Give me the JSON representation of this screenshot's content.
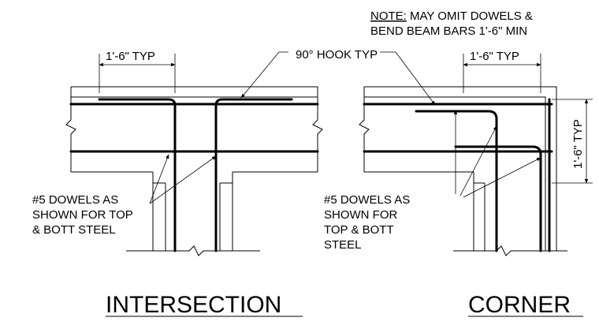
{
  "intersection": {
    "title": "INTERSECTION",
    "dim_label": "1'-6\" TYP",
    "dowel_note_lines": [
      "#5 DOWELS AS",
      "SHOWN FOR TOP",
      "& BOTT STEEL"
    ]
  },
  "hook_note": "90° HOOK TYP",
  "corner": {
    "title": "CORNER",
    "note_prefix": "NOTE:",
    "note_line1": " MAY OMIT DOWELS &",
    "note_line2": "BEND BEAM BARS 1'-6\" MIN",
    "dim_label_top": "1'-6\" TYP",
    "dim_label_side": "1'-6\" TYP",
    "dowel_note_lines": [
      "#5 DOWELS AS",
      "SHOWN FOR",
      "TOP & BOTT",
      "STEEL"
    ]
  }
}
